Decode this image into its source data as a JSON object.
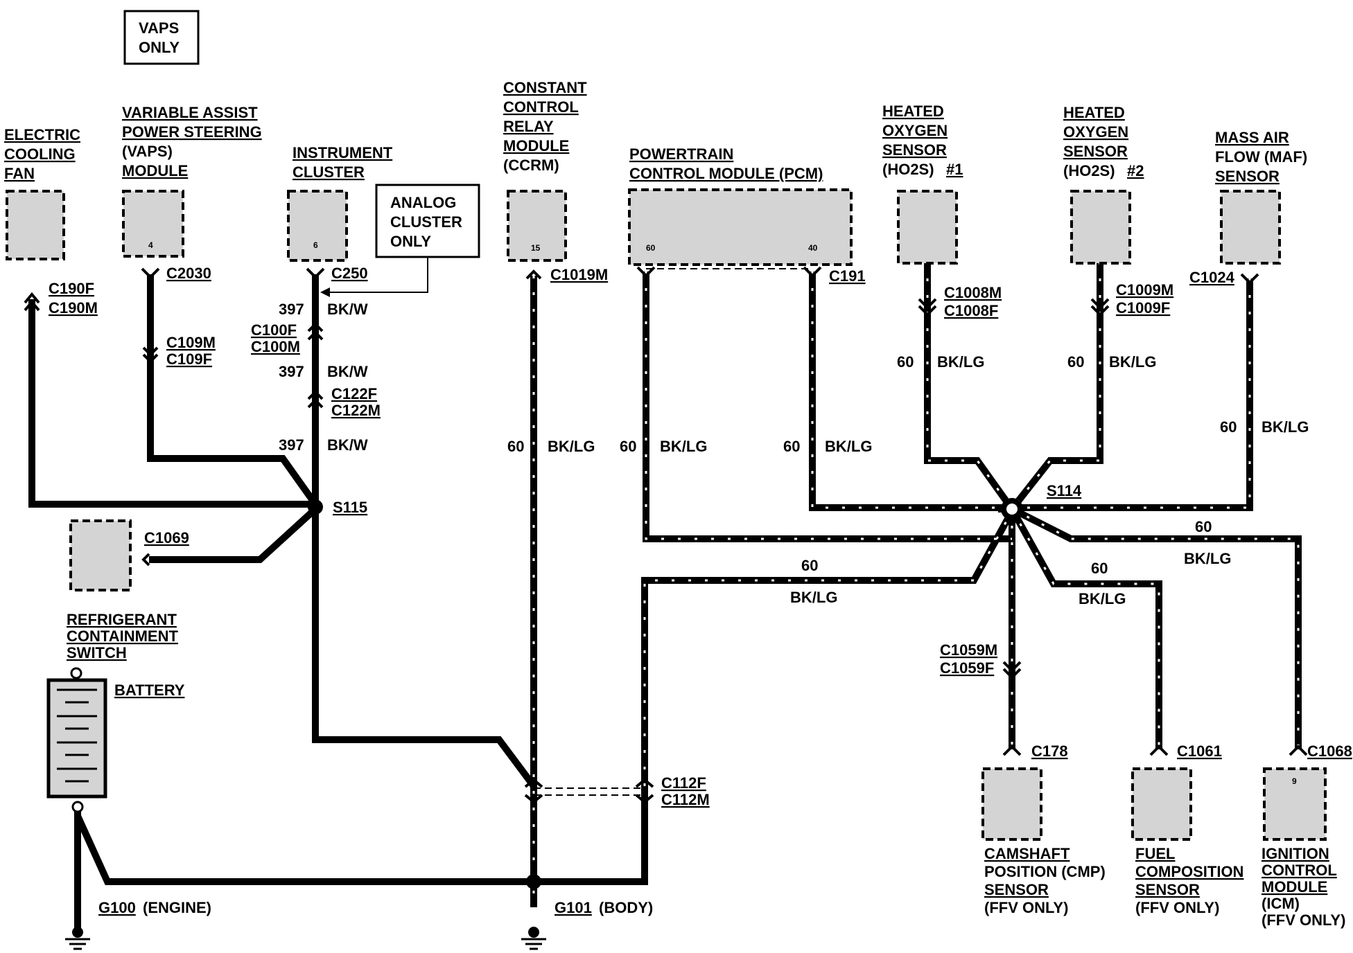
{
  "vaps_only": [
    "VAPS",
    "ONLY"
  ],
  "analog_only": [
    "ANALOG",
    "CLUSTER",
    "ONLY"
  ],
  "components": {
    "cooling_fan": {
      "lines": [
        "ELECTRIC",
        "COOLING",
        "FAN"
      ]
    },
    "vaps_module": {
      "lines": [
        "VARIABLE ASSIST",
        "POWER STEERING",
        "(VAPS)",
        "MODULE"
      ],
      "pin": "4"
    },
    "instrument_cluster": {
      "lines": [
        "INSTRUMENT",
        "CLUSTER"
      ],
      "pin": "6"
    },
    "ccrm": {
      "lines": [
        "CONSTANT",
        "CONTROL",
        "RELAY",
        "MODULE",
        "(CCRM)"
      ],
      "pin": "15"
    },
    "pcm": {
      "lines": [
        "POWERTRAIN",
        "CONTROL MODULE (PCM)"
      ],
      "pin_a": "60",
      "pin_b": "40"
    },
    "ho2s1": {
      "lines": [
        "HEATED",
        "OXYGEN",
        "SENSOR"
      ],
      "sub": "(HO2S)",
      "num": "#1"
    },
    "ho2s2": {
      "lines": [
        "HEATED",
        "OXYGEN",
        "SENSOR"
      ],
      "sub": "(HO2S)",
      "num": "#2"
    },
    "maf": {
      "lines": [
        "MASS AIR",
        "FLOW (MAF)",
        "SENSOR"
      ]
    },
    "refrigerant": {
      "lines": [
        "REFRIGERANT",
        "CONTAINMENT",
        "SWITCH"
      ]
    },
    "battery": {
      "label": "BATTERY"
    },
    "cmp": {
      "lines": [
        "CAMSHAFT",
        "POSITION (CMP)",
        "SENSOR",
        "(FFV ONLY)"
      ]
    },
    "fcs": {
      "lines": [
        "FUEL",
        "COMPOSITION",
        "SENSOR",
        "(FFV ONLY)"
      ]
    },
    "icm": {
      "lines": [
        "IGNITION",
        "CONTROL",
        "MODULE",
        "(ICM)",
        "(FFV ONLY)"
      ],
      "pin": "9"
    }
  },
  "connectors": {
    "c190f": "C190F",
    "c190m": "C190M",
    "c2030": "C2030",
    "c109m": "C109M",
    "c109f": "C109F",
    "c250": "C250",
    "c100f": "C100F",
    "c100m": "C100M",
    "c122f": "C122F",
    "c122m": "C122M",
    "c1069": "C1069",
    "c1019m": "C1019M",
    "c191": "C191",
    "c1008m": "C1008M",
    "c1008f": "C1008F",
    "c1009m": "C1009M",
    "c1009f": "C1009F",
    "c1024": "C1024",
    "c1059m": "C1059M",
    "c1059f": "C1059F",
    "c178": "C178",
    "c1061": "C1061",
    "c1068": "C1068",
    "c112f": "C112F",
    "c112m": "C112M"
  },
  "splices": {
    "s115": "S115",
    "s114": "S114"
  },
  "grounds": {
    "g100": "G100",
    "g100_sub": "(ENGINE)",
    "g101": "G101",
    "g101_sub": "(BODY)"
  },
  "wires": {
    "c397": "397",
    "bkw": "BK/W",
    "c60": "60",
    "bklg": "BK/LG"
  }
}
